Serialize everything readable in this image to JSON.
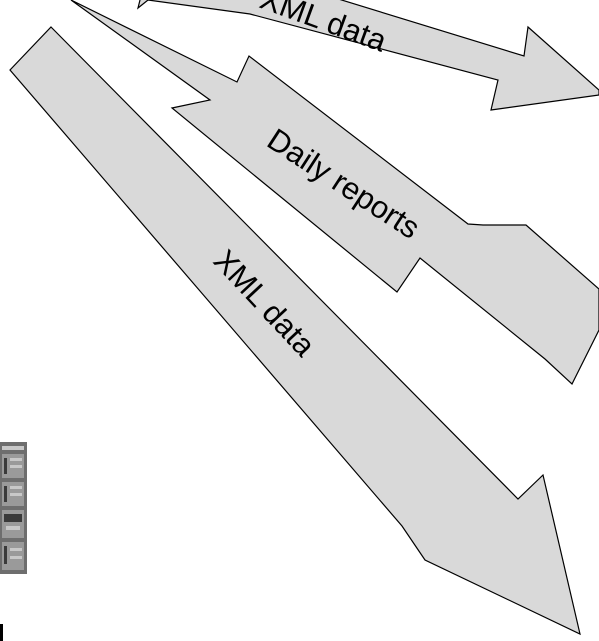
{
  "diagram": {
    "arrows": [
      {
        "id": "top-arrow",
        "label": "XML data",
        "direction": "bidirectional"
      },
      {
        "id": "middle-arrow",
        "label": "Daily reports",
        "direction": "bidirectional"
      },
      {
        "id": "bottom-arrow",
        "label": "XML data",
        "direction": "one-way"
      }
    ],
    "colors": {
      "arrow_fill": "#d9d9d9",
      "arrow_stroke": "#000000",
      "background": "#ffffff"
    },
    "icons": [
      "server-rack-icon"
    ]
  }
}
